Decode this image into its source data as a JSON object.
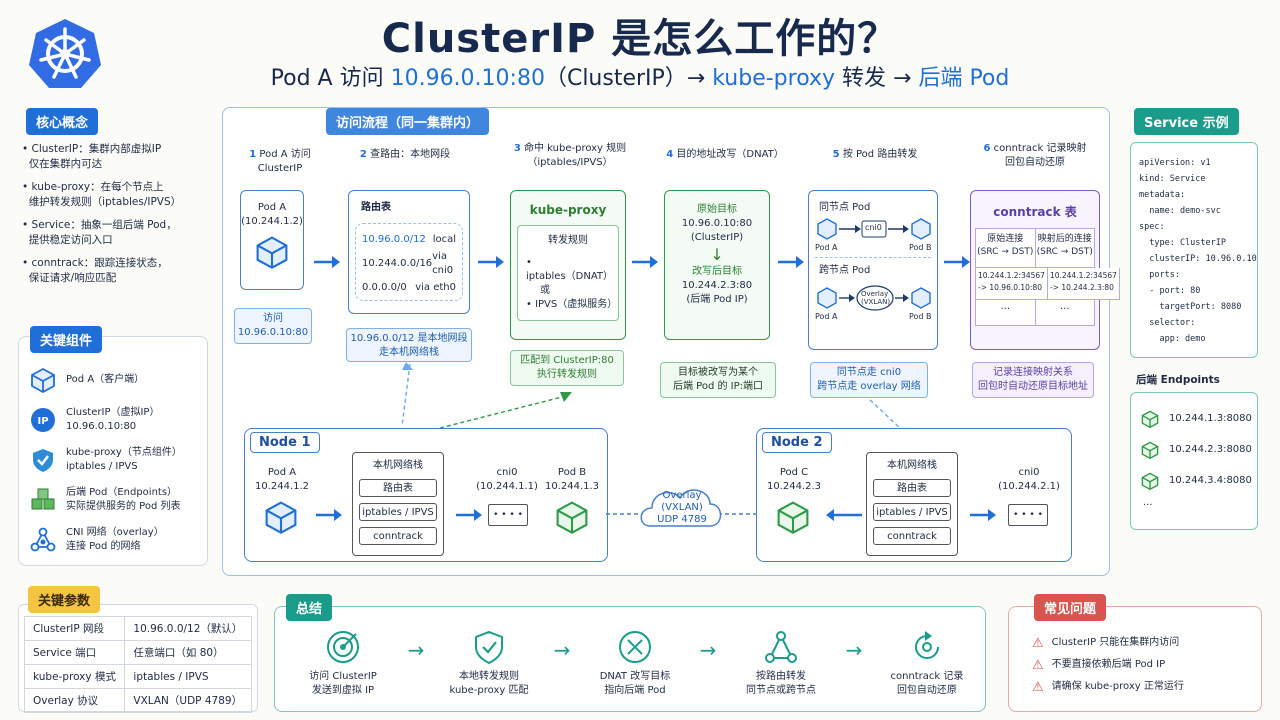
{
  "title": "ClusterIP 是怎么工作的？",
  "subtitle": {
    "prefix": "Pod A 访问 ",
    "ip": "10.96.0.10:80",
    "mid1": "（ClusterIP）→ ",
    "proxy": "kube-proxy",
    "mid2": " 转发 → ",
    "backend": "后端 Pod"
  },
  "concepts": {
    "title": "核心概念",
    "items": [
      {
        "line1": "ClusterIP：集群内部虚拟IP",
        "line2": "仅在集群内可达"
      },
      {
        "line1": "kube-proxy：在每个节点上",
        "line2": "维护转发规则（iptables/IPVS）"
      },
      {
        "line1": "Service：抽象一组后端 Pod，",
        "line2": "提供稳定访问入口"
      },
      {
        "line1": "conntrack：跟踪连接状态，",
        "line2": "保证请求/响应匹配"
      }
    ]
  },
  "components": {
    "title": "关键组件",
    "items": [
      {
        "name": "Pod A（客户端）",
        "desc": ""
      },
      {
        "name": "ClusterIP（虚拟IP）",
        "desc": "10.96.0.10:80"
      },
      {
        "name": "kube-proxy（节点组件）",
        "desc": "iptables / IPVS"
      },
      {
        "name": "后端 Pod（Endpoints）",
        "desc": "实际提供服务的 Pod 列表"
      },
      {
        "name": "CNI 网络（overlay）",
        "desc": "连接 Pod 的网络"
      }
    ]
  },
  "flow": {
    "title": "访问流程（同一集群内）",
    "steps": [
      {
        "n": "1",
        "label": "Pod A 访问",
        "label2": "ClusterIP"
      },
      {
        "n": "2",
        "label": "查路由：本地网段",
        "label2": ""
      },
      {
        "n": "3",
        "label": "命中 kube-proxy 规则",
        "label2": "（iptables/IPVS）"
      },
      {
        "n": "4",
        "label": "目的地址改写（DNAT）",
        "label2": ""
      },
      {
        "n": "5",
        "label": "按 Pod 路由转发",
        "label2": ""
      },
      {
        "n": "6",
        "label": "conntrack 记录映射",
        "label2": "回包自动还原"
      }
    ],
    "podA": {
      "name": "Pod A",
      "ip": "(10.244.1.2)",
      "note1": "访问",
      "note2": "10.96.0.10:80"
    },
    "route": {
      "title": "路由表",
      "rows": [
        [
          "10.96.0.0/12",
          "local"
        ],
        [
          "10.244.0.0/16",
          "via cni0"
        ],
        [
          "0.0.0.0/0",
          "via eth0"
        ]
      ],
      "note1": "10.96.0.0/12 是本地网段",
      "note2": "走本机网络栈"
    },
    "kubeproxy": {
      "title": "kube-proxy",
      "sub": "转发规则",
      "items": [
        "iptables（DNAT）",
        "或",
        "IPVS（虚拟服务）"
      ],
      "note1": "匹配到 ClusterIP:80",
      "note2": "执行转发规则"
    },
    "dnat": {
      "orig_label": "原始目标",
      "orig_ip": "10.96.0.10:80",
      "orig_type": "(ClusterIP)",
      "new_label": "改写后目标",
      "new_ip": "10.244.2.3:80",
      "new_type": "(后端 Pod IP)",
      "note1": "目标被改写为某个",
      "note2": "后端 Pod 的 IP:端口"
    },
    "route_pod": {
      "same": "同节点 Pod",
      "cross": "跨节点 Pod",
      "cni": "cni0",
      "overlay": "Overlay",
      "vxlan": "(VXLAN)",
      "podA": "Pod A",
      "podB": "Pod B",
      "note1": "同节点走 cni0",
      "note2": "跨节点走 overlay 网络"
    },
    "conntrack": {
      "title": "conntrack 表",
      "col1": "原始连接",
      "col1b": "(SRC → DST)",
      "col2": "映射后的连接",
      "col2b": "(SRC → DST)",
      "r1c1": "10.244.1.2:34567",
      "r1c1b": "-> 10.96.0.10:80",
      "r1c2": "10.244.1.2:34567",
      "r1c2b": "-> 10.244.2.3:80",
      "ellipsis": "...",
      "note1": "记录连接映射关系",
      "note2": "回包时自动还原目标地址"
    }
  },
  "node1": {
    "title": "Node 1",
    "podA": "Pod A",
    "podA_ip": "10.244.1.2",
    "stack": "本机网络栈",
    "s1": "路由表",
    "s2": "iptables / IPVS",
    "s3": "conntrack",
    "cni": "cni0",
    "cni_ip": "(10.244.1.1)",
    "podB": "Pod B",
    "podB_ip": "10.244.1.3"
  },
  "overlay": {
    "l1": "Overlay",
    "l2": "(VXLAN)",
    "l3": "UDP 4789"
  },
  "node2": {
    "title": "Node 2",
    "podC": "Pod C",
    "podC_ip": "10.244.2.3",
    "stack": "本机网络栈",
    "s1": "路由表",
    "s2": "iptables / IPVS",
    "s3": "conntrack",
    "cni": "cni0",
    "cni_ip": "(10.244.2.1)"
  },
  "service": {
    "title": "Service 示例",
    "yaml": [
      "apiVersion: v1",
      "kind: Service",
      "metadata:",
      "  name: demo-svc",
      "spec:",
      "  type: ClusterIP",
      "  clusterIP: 10.96.0.10",
      "  ports:",
      "  - port: 80",
      "    targetPort: 8080",
      "  selector:",
      "    app: demo"
    ],
    "endpoints_title": "后端 Endpoints",
    "endpoints": [
      "10.244.1.3:8080",
      "10.244.2.3:8080",
      "10.244.3.4:8080"
    ],
    "ellipsis": "..."
  },
  "params": {
    "title": "关键参数",
    "rows": [
      [
        "ClusterIP 网段",
        "10.96.0.0/12（默认）"
      ],
      [
        "Service 端口",
        "任意端口（如 80）"
      ],
      [
        "kube-proxy 模式",
        "iptables / IPVS"
      ],
      [
        "Overlay 协议",
        "VXLAN（UDP 4789）"
      ]
    ]
  },
  "summary": {
    "title": "总结",
    "items": [
      {
        "l1": "访问 ClusterIP",
        "l2": "发送到虚拟 IP"
      },
      {
        "l1": "本地转发规则",
        "l2": "kube-proxy 匹配"
      },
      {
        "l1": "DNAT 改写目标",
        "l2": "指向后端 Pod"
      },
      {
        "l1": "按路由转发",
        "l2": "同节点或跨节点"
      },
      {
        "l1": "conntrack 记录",
        "l2": "回包自动还原"
      }
    ]
  },
  "faq": {
    "title": "常见问题",
    "items": [
      "ClusterIP 只能在集群内访问",
      "不要直接依赖后端 Pod IP",
      "请确保 kube-proxy 正常运行"
    ]
  },
  "colors": {
    "blue": "#1f6fd6",
    "green": "#2e9a48",
    "purple": "#7b5cc4",
    "teal": "#1a9c8a",
    "red": "#d9534f",
    "yellow": "#f4c542"
  }
}
